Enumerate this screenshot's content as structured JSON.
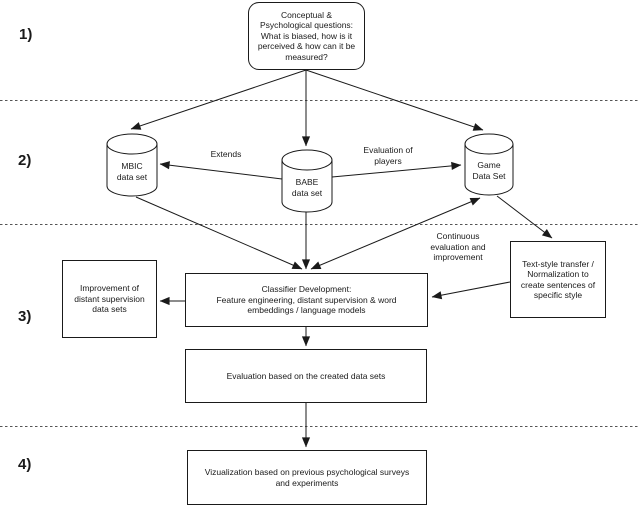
{
  "sections": [
    {
      "label": "1)"
    },
    {
      "label": "2)"
    },
    {
      "label": "3)"
    },
    {
      "label": "4)"
    }
  ],
  "nodes": {
    "questions": "Conceptual &\nPsychological questions:\nWhat is biased, how is it\nperceived & how can it be\nmeasured?",
    "mbic": "MBIC\ndata set",
    "babe": "BABE\ndata set",
    "game": "Game\nData Set",
    "improvement": "Improvement of\ndistant supervision\ndata sets",
    "classifier": "Classifier Development:\nFeature engineering, distant supervision & word\nembeddings / language models",
    "textstyle": "Text-style transfer /\nNormalization to\ncreate sentences of\nspecific style",
    "evaluation": "Evaluation based on the created data sets",
    "visualization": "Vizualization based on previous psychological surveys\nand experiments"
  },
  "edge_labels": {
    "extends": "Extends",
    "evaluation_of_players": "Evaluation of\nplayers",
    "continuous": "Continuous\nevaluation and\nimprovement"
  },
  "colors": {
    "stroke": "#1a1a1a",
    "background": "#ffffff",
    "separator": "#555555"
  }
}
